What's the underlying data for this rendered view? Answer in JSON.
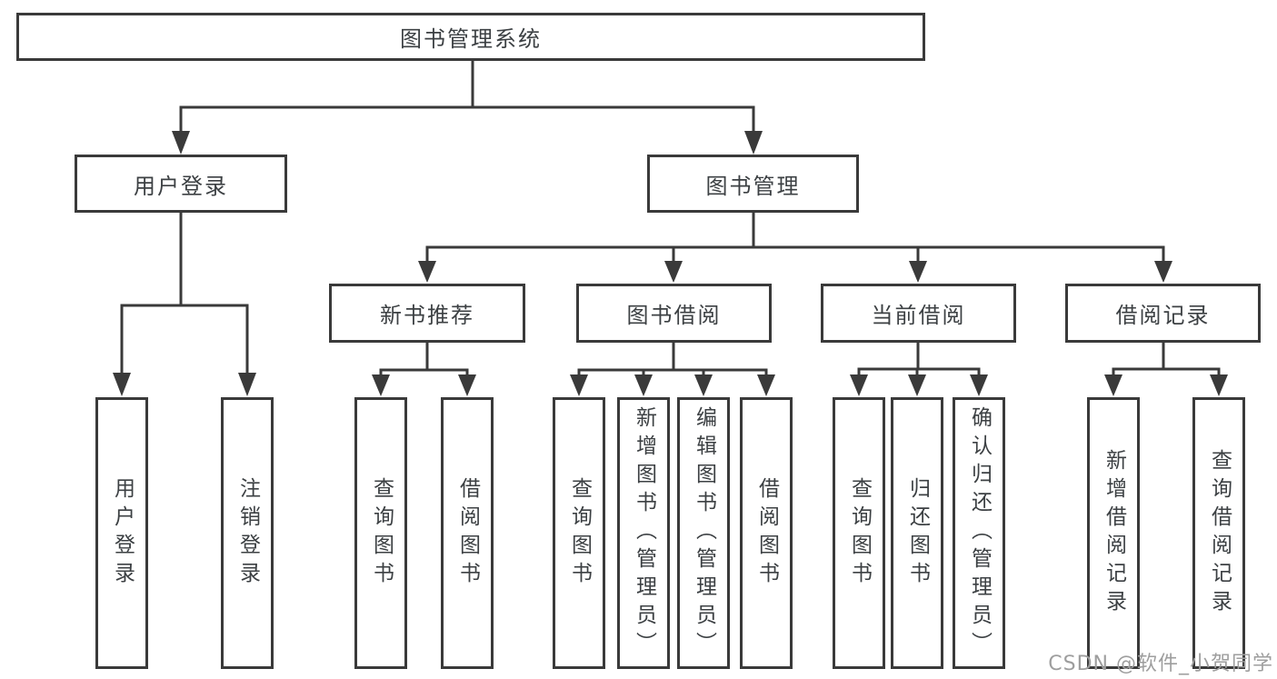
{
  "diagram": {
    "root": {
      "label": "图书管理系统"
    },
    "branches": [
      {
        "label": "用户登录",
        "children": [
          {
            "label": "用户登录"
          },
          {
            "label": "注销登录"
          }
        ]
      },
      {
        "label": "图书管理",
        "children": [
          {
            "label": "新书推荐",
            "children": [
              {
                "label": "查询图书"
              },
              {
                "label": "借阅图书"
              }
            ]
          },
          {
            "label": "图书借阅",
            "children": [
              {
                "label": "查询图书"
              },
              {
                "label": "新增图书（管理员）"
              },
              {
                "label": "编辑图书（管理员）"
              },
              {
                "label": "借阅图书"
              }
            ]
          },
          {
            "label": "当前借阅",
            "children": [
              {
                "label": "查询图书"
              },
              {
                "label": "归还图书"
              },
              {
                "label": "确认归还（管理员）"
              }
            ]
          },
          {
            "label": "借阅记录",
            "children": [
              {
                "label": "新增借阅记录"
              },
              {
                "label": "查询借阅记录"
              }
            ]
          }
        ]
      }
    ],
    "watermark": "CSDN @软件_小贺同学",
    "colors": {
      "line": "#3a3a3a",
      "text": "#3c4043",
      "watermark": "#9e9e9e",
      "background": "#ffffff"
    }
  }
}
